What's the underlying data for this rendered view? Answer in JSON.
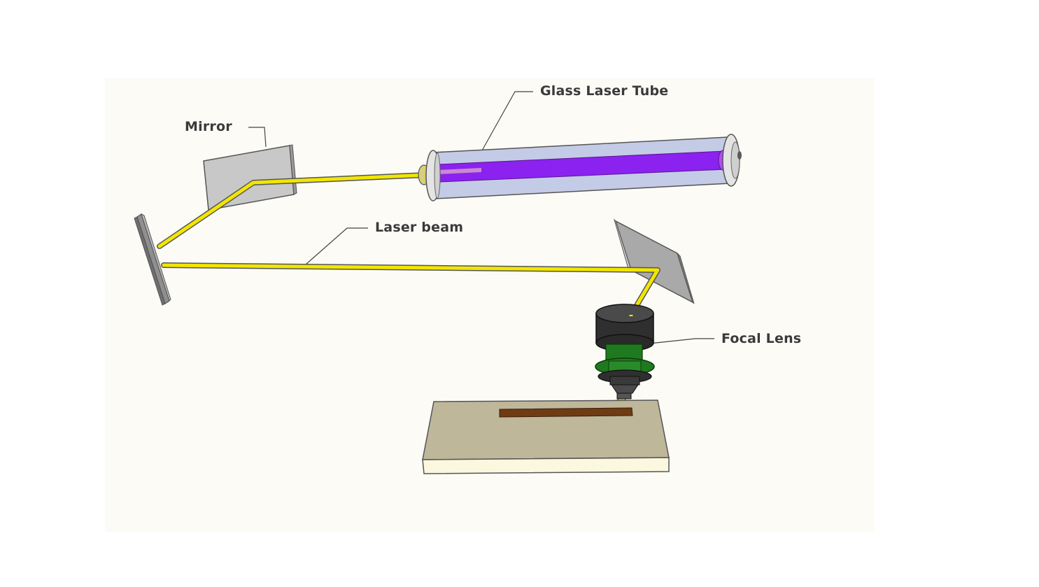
{
  "labels": {
    "glass_laser_tube": "Glass Laser Tube",
    "mirror": "Mirror",
    "laser_beam": "Laser beam",
    "focal_lens": "Focal Lens"
  },
  "colors": {
    "panel_background": "#fcfbf6",
    "beam": "#f2e600",
    "tube_glass": "#c4cbe6",
    "plasma": "#8b22f0",
    "mirror": "#c8c8c8",
    "lens_housing": "#2f2f2f",
    "nozzle": "#1f7a1f",
    "workpiece_top": "#bfb79a",
    "cut_groove": "#6e3b14"
  }
}
